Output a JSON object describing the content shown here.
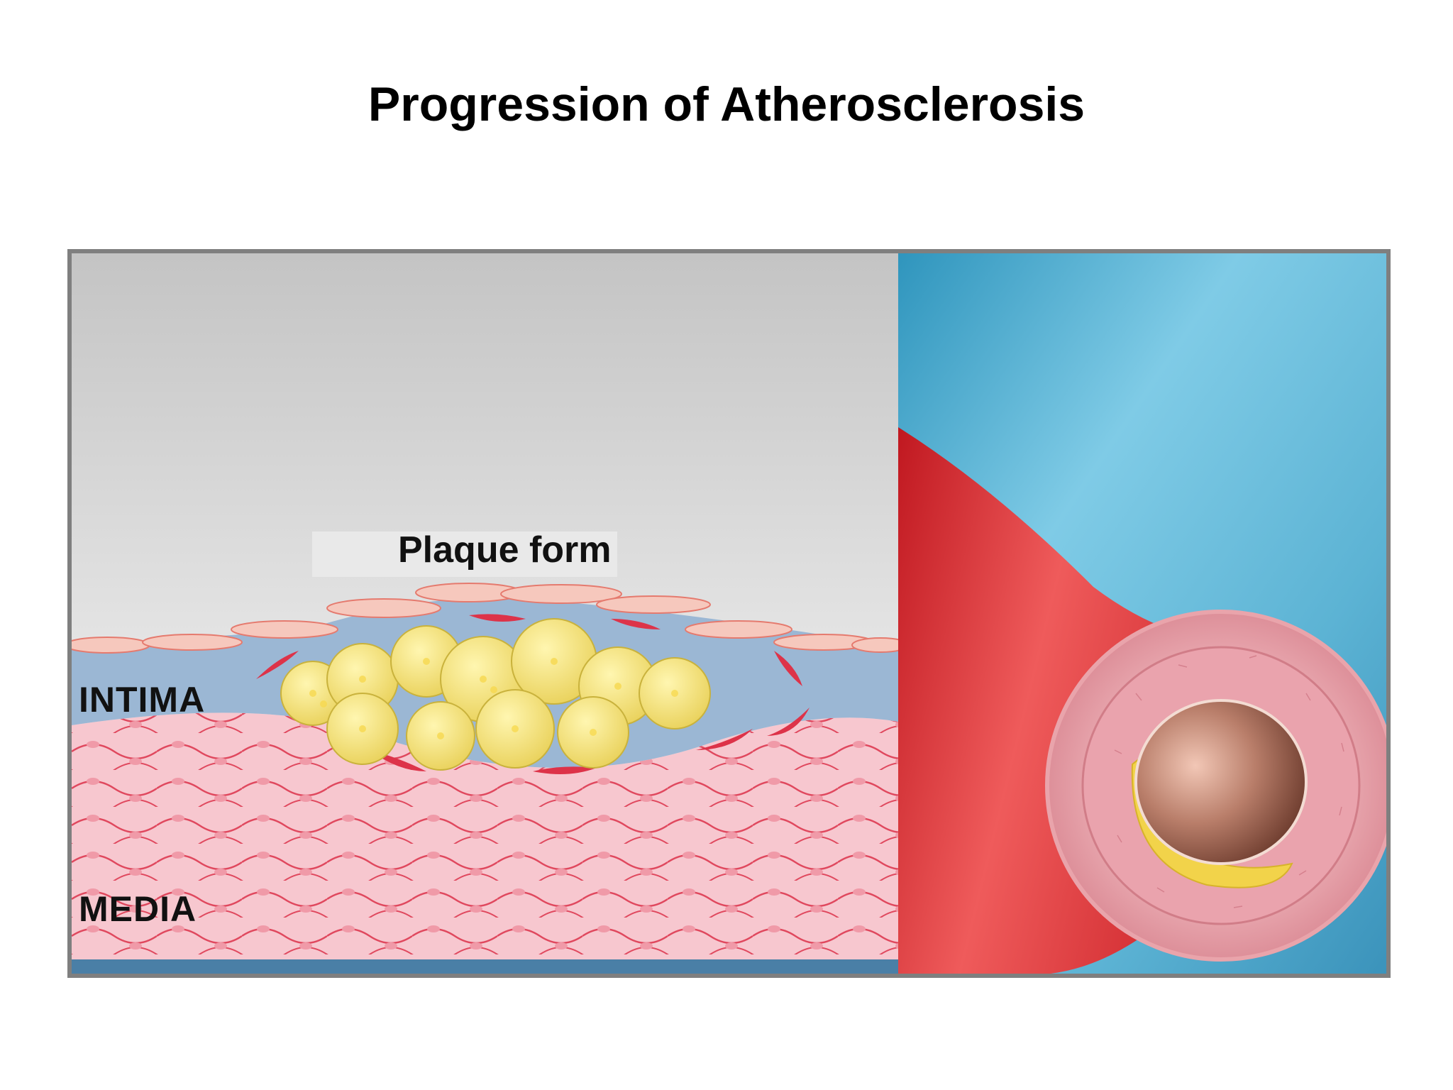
{
  "title": "Progression of Atherosclerosis",
  "figure": {
    "labels": {
      "plaque": "Plaque form",
      "intima": "INTIMA",
      "media": "MEDIA"
    },
    "colors": {
      "frame": "#7f7f7f",
      "background_top": "#c3c3c3",
      "intima": "#9cb8d6",
      "media": "#f7c5cc",
      "cell_border": "#e13a52",
      "lipid": "#f3e27a",
      "artery_outer": "#d8262d",
      "vessel_bg": "#5fb6d6"
    }
  }
}
